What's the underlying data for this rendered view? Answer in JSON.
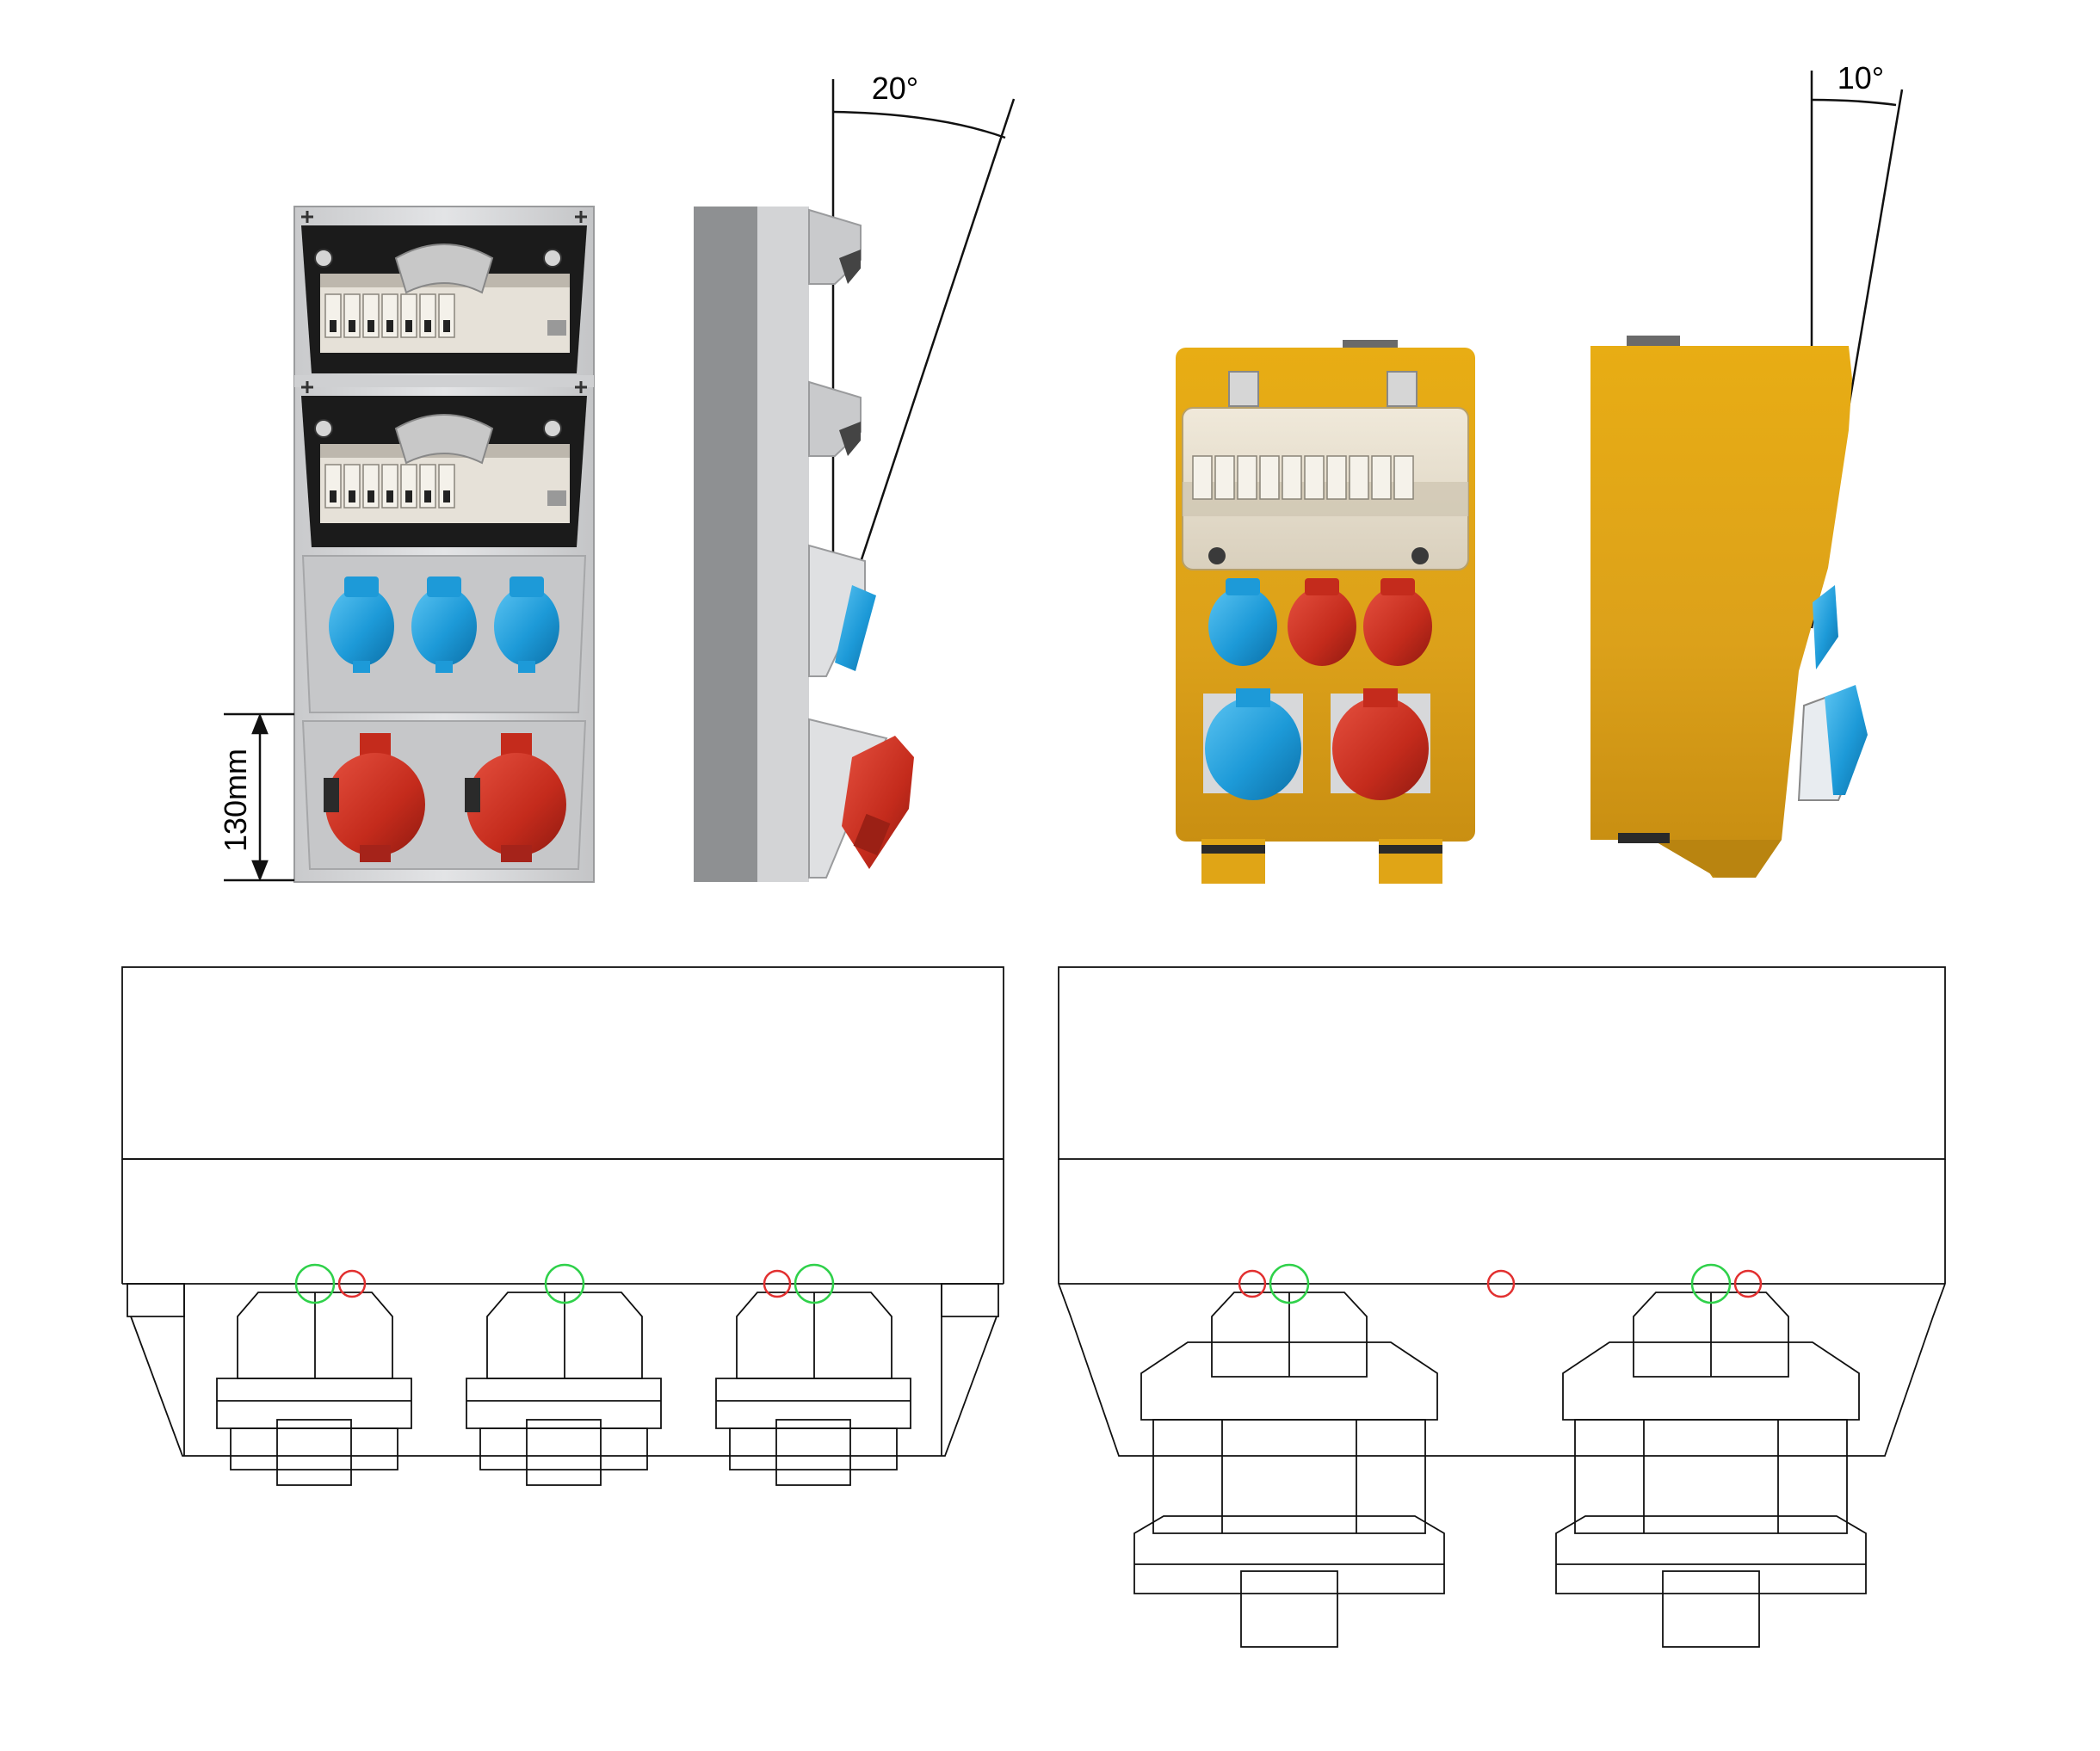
{
  "annotations": {
    "angle_left": "20°",
    "angle_right": "10°",
    "height_dim": "130mm"
  },
  "colors": {
    "grey_body": "#d8d9db",
    "grey_dark": "#8e9092",
    "black_panel": "#1b1b1b",
    "blue_socket": "#1d9ad8",
    "red_socket": "#c42b1c",
    "yellow_body": "#e0a516",
    "line": "#111111",
    "marker_green": "#2fd14a",
    "marker_red": "#e23030"
  },
  "icons": {
    "corner_screw": "plus-icon"
  }
}
